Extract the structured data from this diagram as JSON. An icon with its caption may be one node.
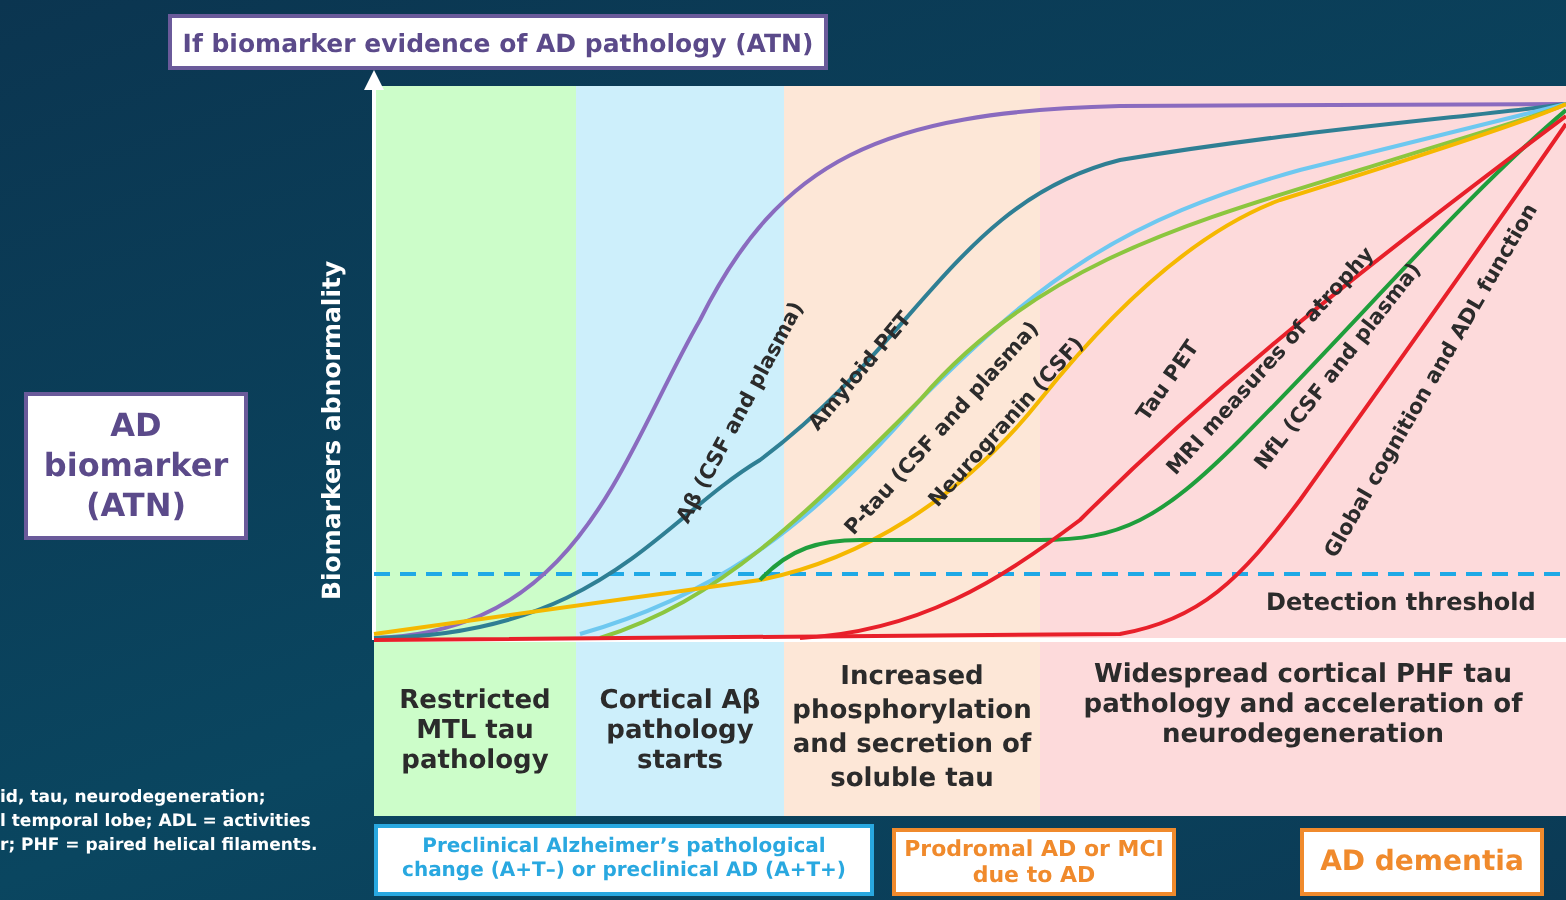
{
  "diagram": {
    "nodes": [
      {
        "text": [
          "If biomarker evidence of AD pathology (ATN)"
        ]
      },
      {
        "text": [
          "AD biomarker (ATN)"
        ]
      },
      {
        "text": [
          "Restricted MTL tau pathology"
        ]
      },
      {
        "text": [
          "Cortical Aβ pathology starts"
        ]
      },
      {
        "text": [
          "Increased phosphorylation and secretion of soluble tau"
        ]
      },
      {
        "text": [
          "Widespread cortical PHF tau pathology and acceleration of neurodegeneration"
        ]
      },
      {
        "text": [
          "Preclinical Alzheimer’s pathological change (A+T–) or preclinical AD (A+T+)"
        ]
      },
      {
        "text": [
          "Prodromal AD or MCI due to AD"
        ]
      },
      {
        "text": [
          "AD dementia"
        ]
      }
    ],
    "labels": [
      "Biomarkers abnormality",
      "Aβ (CSF and plasma)",
      "Amyloid PET",
      "P-tau (CSF and plasma)",
      "Neurogranin (CSF)",
      "Tau PET",
      "MRI measures of atrophy",
      "NfL (CSF and plasma)",
      "Global cognition and ADL function",
      "Detection threshold",
      "id, tau, neurodegeneration;",
      "l temporal lobe; ADL = activities",
      "r; PHF = paired helical filaments."
    ]
  }
}
